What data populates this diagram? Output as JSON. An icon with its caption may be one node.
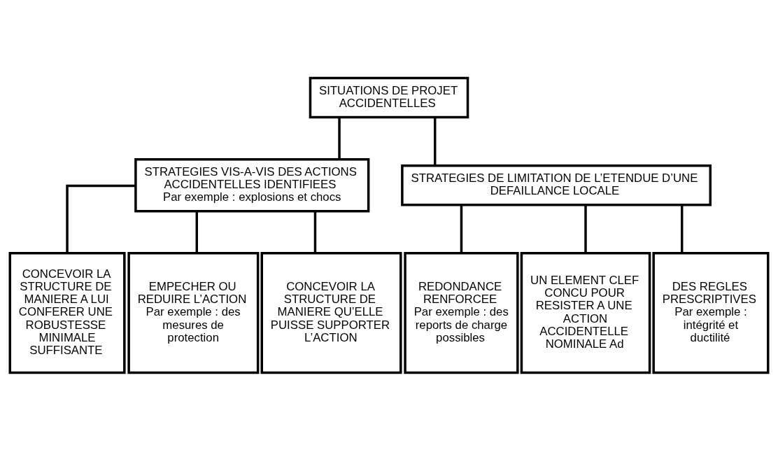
{
  "diagram": {
    "nodes": [
      {
        "text": [
          "SITUATIONS DE PROJET ACCIDENTELLES"
        ]
      },
      {
        "text": [
          "STRATEGIES VIS-A-VIS DES ACTIONS ACCIDENTELLES IDENTIFIEES",
          "Par exemple : explosions et chocs"
        ]
      },
      {
        "text": [
          "STRATEGIES DE LIMITATION DE L’ETENDUE D’UNE DEFAILLANCE LOCALE"
        ]
      },
      {
        "text": [
          "CONCEVOIR LA STRUCTURE DE MANIERE A LUI CONFERER UNE ROBUSTESSE MINIMALE SUFFISANTE"
        ]
      },
      {
        "text": [
          "EMPECHER OU REDUIRE L’ACTION",
          "Par exemple : des mesures de protection"
        ]
      },
      {
        "text": [
          "CONCEVOIR LA STRUCTURE DE MANIERE QU’ELLE PUISSE SUPPORTER L’ACTION"
        ]
      },
      {
        "text": [
          "REDONDANCE RENFORCEE",
          "Par exemple : des reports de charge possibles"
        ]
      },
      {
        "text": [
          "UN ELEMENT CLEF CONCU POUR RESISTER A UNE ACTION ACCIDENTELLE NOMINALE Ad"
        ]
      },
      {
        "text": [
          "DES REGLES PRESCRIPTIVES",
          "Par exemple : intégrité et ductilité"
        ]
      }
    ],
    "edges": [
      {
        "from": 0,
        "to": 1,
        "arrow": "none"
      },
      {
        "from": 0,
        "to": 2,
        "arrow": "none"
      },
      {
        "from": 1,
        "to": 3,
        "arrow": "none"
      },
      {
        "from": 1,
        "to": 4,
        "arrow": "none"
      },
      {
        "from": 1,
        "to": 5,
        "arrow": "none"
      },
      {
        "from": 2,
        "to": 6,
        "arrow": "none"
      },
      {
        "from": 2,
        "to": 7,
        "arrow": "none"
      },
      {
        "from": 2,
        "to": 8,
        "arrow": "none"
      }
    ]
  }
}
